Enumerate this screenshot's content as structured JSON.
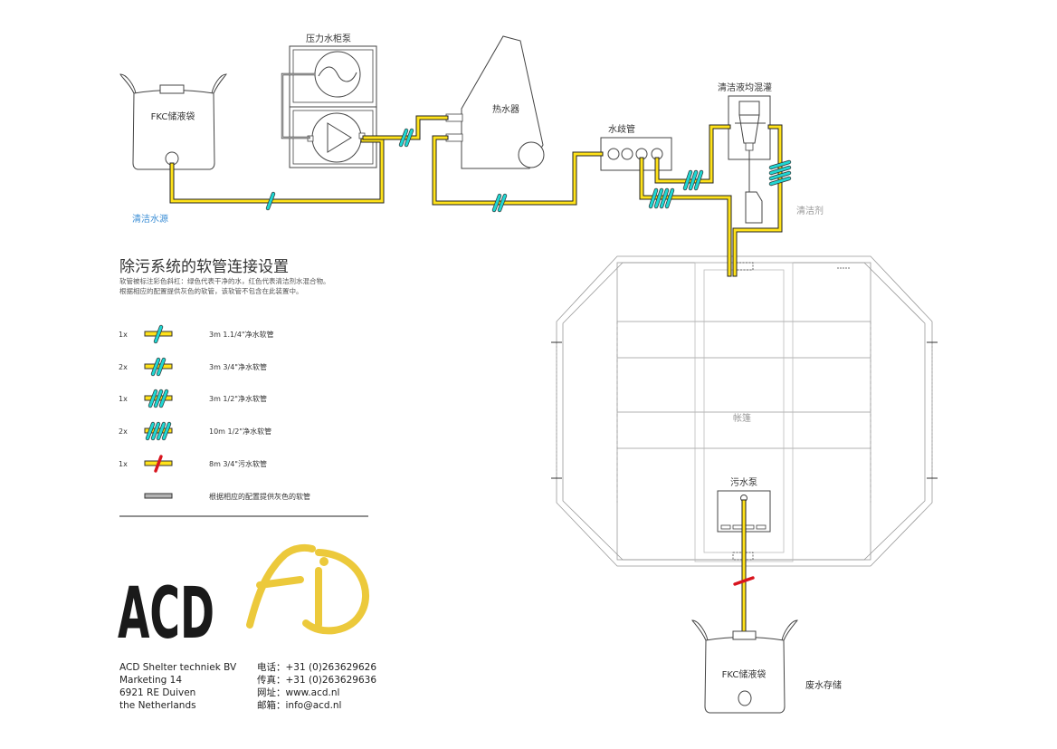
{
  "components": {
    "pressure_pump": "压力水柜泵",
    "water_heater": "热水器",
    "manifold": "水歧管",
    "mixing_tank": "清洁液均混灌",
    "fkc_source": "FKC储液袋",
    "clean_water_source": "清洁水源",
    "detergent": "清洁剂",
    "tent": "帐篷",
    "sewage_pump": "污水泵",
    "fkc_waste": "FKC储液袋",
    "waste_storage": "废水存储"
  },
  "legend": {
    "title": "除污系统的软管连接设置",
    "desc_line1": "软管被标注彩色斜杠：绿色代表干净的水，红色代表清洁剂水混合物。",
    "desc_line2": "根据相应的配置提供灰色的软管，该软管不包含在此装置中。",
    "items": [
      {
        "qty": "1x",
        "label": "3m 1.1/4\"净水软管",
        "ticks": 1,
        "tick_color": "#1fd6d2"
      },
      {
        "qty": "2x",
        "label": "3m 3/4\"净水软管",
        "ticks": 2,
        "tick_color": "#1fd6d2"
      },
      {
        "qty": "1x",
        "label": "3m 1/2\"净水软管",
        "ticks": 3,
        "tick_color": "#1fd6d2"
      },
      {
        "qty": "2x",
        "label": "10m 1/2\"净水软管",
        "ticks": 4,
        "tick_color": "#1fd6d2"
      },
      {
        "qty": "1x",
        "label": "8m 3/4\"污水软管",
        "ticks": 1,
        "tick_color": "#d8141e"
      },
      {
        "qty": "",
        "label": "根据相应的配置提供灰色的软管",
        "ticks": 0,
        "tick_color": ""
      }
    ]
  },
  "brand": {
    "logo_text": "ACD",
    "company_lines": [
      "ACD Shelter techniek BV",
      "Marketing 14",
      "6921 RE Duiven",
      "the Netherlands"
    ],
    "contact_lines": [
      "电话：+31 (0)263629626",
      "传真：+31 (0)263629636",
      "网址：www.acd.nl",
      "邮箱：info@acd.nl"
    ]
  },
  "colors": {
    "clean_hose": "#ffe21a",
    "clean_marker": "#1fd6d2",
    "waste_marker": "#d8141e",
    "grey_hose": "#b3b3b3",
    "logo_yellow": "#ecc93b"
  }
}
